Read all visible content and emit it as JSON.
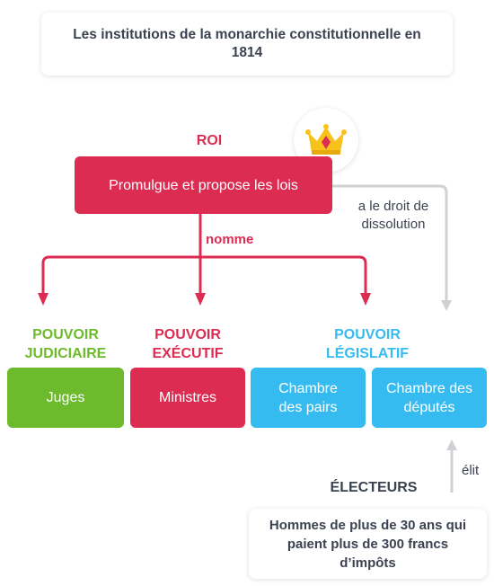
{
  "title": "Les institutions de la monarchie constitutionnelle en 1814",
  "roi": {
    "label": "ROI",
    "box": "Promulgue et propose les lois"
  },
  "links": {
    "nomme": "nomme",
    "dissolution": "a le droit de dissolution",
    "elit": "élit"
  },
  "powers": {
    "judiciaire": "POUVOIR JUDICIAIRE",
    "executif": "POUVOIR EXÉCUTIF",
    "legislatif": "POUVOIR LÉGISLATIF"
  },
  "boxes": {
    "juges": "Juges",
    "ministres": "Ministres",
    "pairs": "Chambre des pairs",
    "deputes": "Chambre des députés"
  },
  "electeurs": {
    "label": "ÉLECTEURS",
    "description": "Hommes de plus de 30 ans qui paient plus de 300 francs d’impôts"
  },
  "colors": {
    "red": "#dc2c52",
    "green": "#6dba2c",
    "blue": "#36bbf1",
    "grey": "#cfd1d4",
    "text": "#3b4250"
  },
  "icons": [
    "crown-icon"
  ]
}
